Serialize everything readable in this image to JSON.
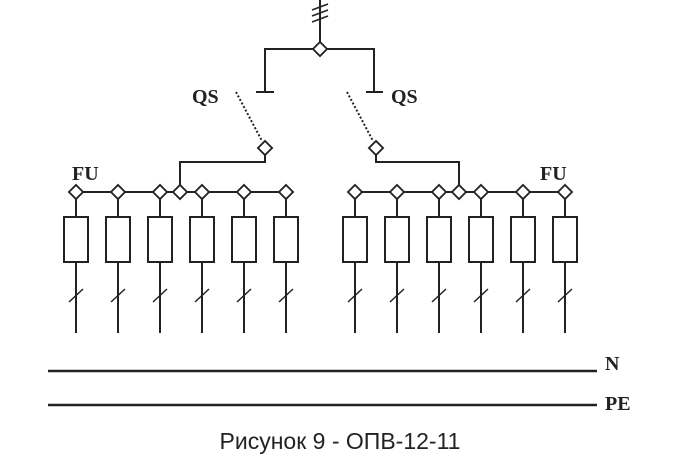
{
  "labels": {
    "qs_left": "QS",
    "qs_right": "QS",
    "fu_left": "FU",
    "fu_right": "FU",
    "n": "N",
    "pe": "PE"
  },
  "caption": "Рисунок 9 - ОПВ-12-11",
  "groups": [
    {
      "feeders": 6
    },
    {
      "feeders": 6
    }
  ],
  "colors": {
    "line": "#222222"
  }
}
